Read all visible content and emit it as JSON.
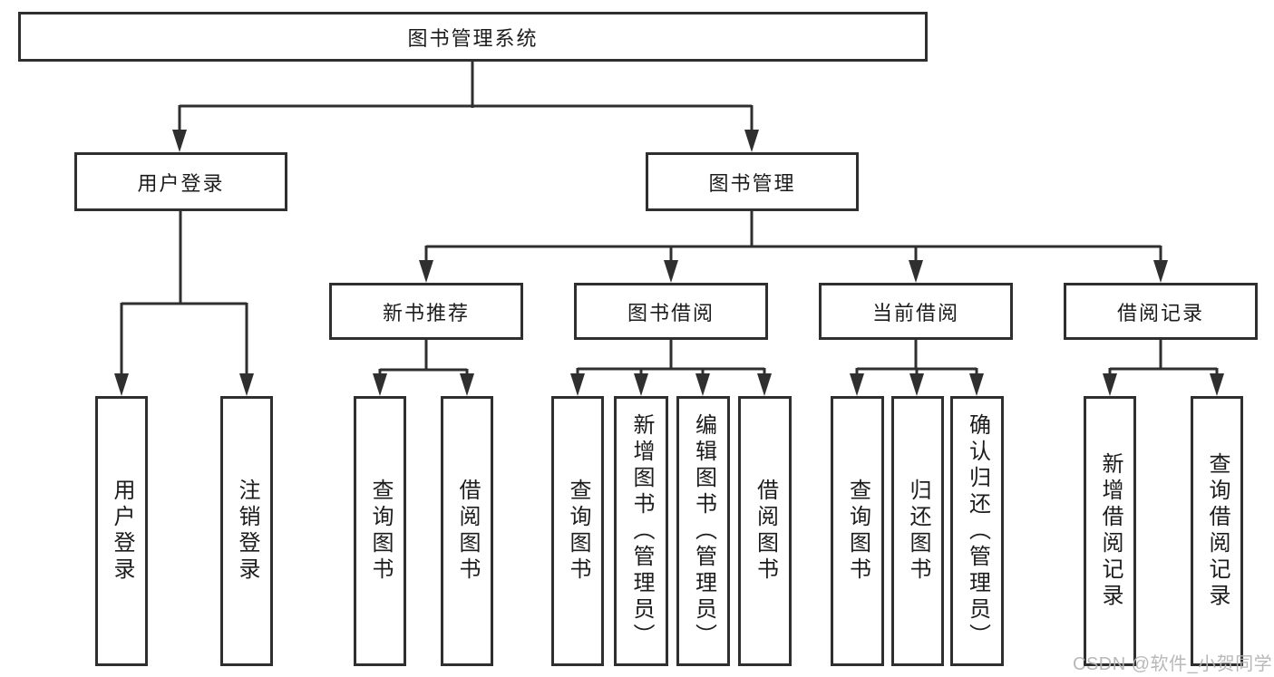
{
  "tree": {
    "label": "图书管理系统",
    "children": [
      {
        "label": "用户登录",
        "children": [
          {
            "label": "用户登录"
          },
          {
            "label": "注销登录"
          }
        ]
      },
      {
        "label": "图书管理",
        "children": [
          {
            "label": "新书推荐",
            "children": [
              {
                "label": "查询图书"
              },
              {
                "label": "借阅图书"
              }
            ]
          },
          {
            "label": "图书借阅",
            "children": [
              {
                "label": "查询图书"
              },
              {
                "label": "新增图书（管理员）"
              },
              {
                "label": "编辑图书（管理员）"
              },
              {
                "label": "借阅图书"
              }
            ]
          },
          {
            "label": "当前借阅",
            "children": [
              {
                "label": "查询图书"
              },
              {
                "label": "归还图书"
              },
              {
                "label": "确认归还（管理员）"
              }
            ]
          },
          {
            "label": "借阅记录",
            "children": [
              {
                "label": "新增借阅记录"
              },
              {
                "label": "查询借阅记录"
              }
            ]
          }
        ]
      }
    ]
  },
  "watermark": {
    "text": "CSDN @软件_小贺同学"
  },
  "colors": {
    "line": "#2f2f2f",
    "text": "#1c1c1c",
    "watermark": "#b5b5b5",
    "background": "#ffffff"
  }
}
